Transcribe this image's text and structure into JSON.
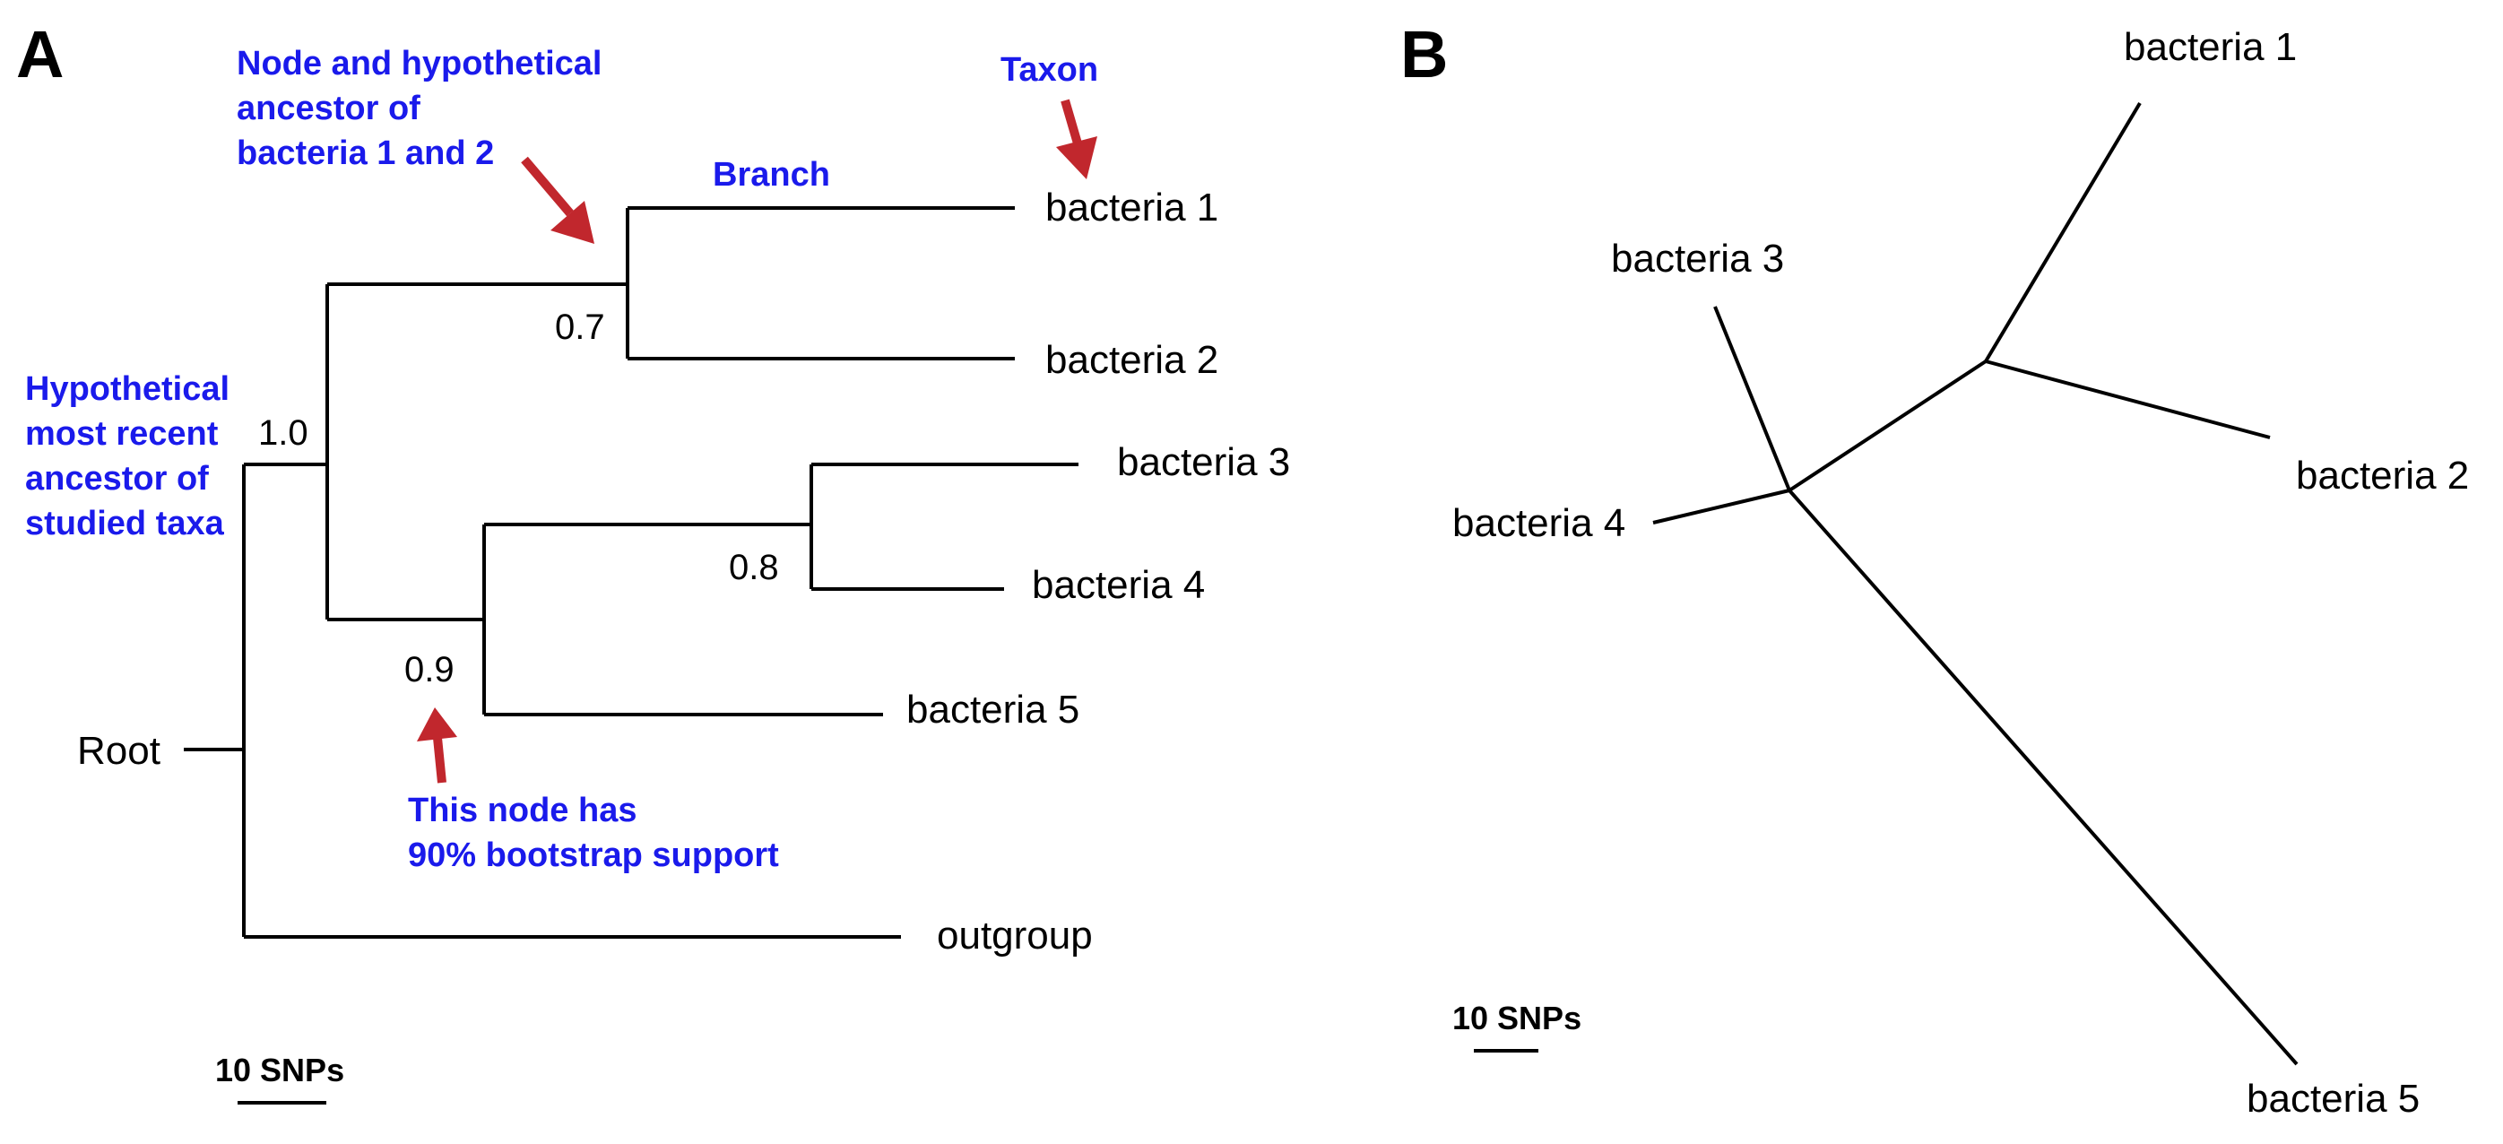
{
  "panel_a": {
    "letter": "A",
    "root_label": "Root",
    "taxa": {
      "bacteria_1": "bacteria 1",
      "bacteria_2": "bacteria 2",
      "bacteria_3": "bacteria 3",
      "bacteria_4": "bacteria 4",
      "bacteria_5": "bacteria 5",
      "outgroup": "outgroup"
    },
    "supports": {
      "node_1_2": "0.7",
      "node_all": "1.0",
      "node_3_4": "0.8",
      "node_345": "0.9"
    },
    "annotations": {
      "node_ancestor": [
        "Node and hypothetical",
        "ancestor of",
        "bacteria 1 and 2"
      ],
      "taxon": [
        "Taxon"
      ],
      "branch": [
        "Branch"
      ],
      "recent_ancestor": [
        "Hypothetical",
        "most recent",
        "ancestor of",
        "studied taxa"
      ],
      "bootstrap": [
        "This node has",
        "90% bootstrap support"
      ]
    },
    "scale_label": "10 SNPs"
  },
  "panel_b": {
    "letter": "B",
    "taxa": {
      "bacteria_1": "bacteria 1",
      "bacteria_2": "bacteria 2",
      "bacteria_3": "bacteria 3",
      "bacteria_4": "bacteria 4",
      "bacteria_5": "bacteria 5"
    },
    "scale_label": "10 SNPs"
  },
  "colors": {
    "annotation_text": "#1a1aeb",
    "arrow": "#c1272d",
    "branch": "#000000"
  }
}
